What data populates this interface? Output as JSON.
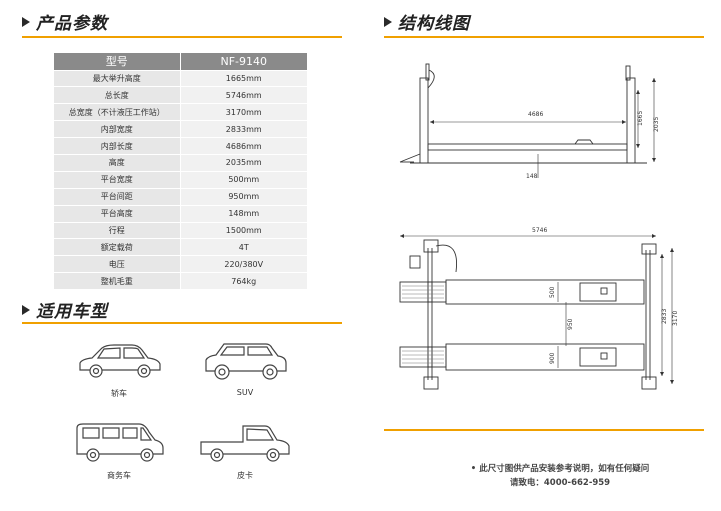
{
  "sections": {
    "product_params": "产品参数",
    "structure": "结构线图",
    "vehicles": "适用车型"
  },
  "spec": {
    "header": [
      "型号",
      "NF-9140"
    ],
    "rows": [
      [
        "最大举升高度",
        "1665mm"
      ],
      [
        "总长度",
        "5746mm"
      ],
      [
        "总宽度（不计液压工作站）",
        "3170mm"
      ],
      [
        "内部宽度",
        "2833mm"
      ],
      [
        "内部长度",
        "4686mm"
      ],
      [
        "高度",
        "2035mm"
      ],
      [
        "平台宽度",
        "500mm"
      ],
      [
        "平台间距",
        "950mm"
      ],
      [
        "平台高度",
        "148mm"
      ],
      [
        "行程",
        "1500mm"
      ],
      [
        "额定载荷",
        "4T"
      ],
      [
        "电压",
        "220/380V"
      ],
      [
        "整机毛重",
        "764kg"
      ]
    ]
  },
  "vehicles": [
    {
      "label": "轿车",
      "icon": "sedan-icon"
    },
    {
      "label": "SUV",
      "icon": "suv-icon"
    },
    {
      "label": "商务车",
      "icon": "van-icon"
    },
    {
      "label": "皮卡",
      "icon": "pickup-icon"
    }
  ],
  "dims": {
    "inner_length": "4686",
    "lift_height": "1665",
    "height": "2035",
    "platform_height": "148",
    "total_length": "5746",
    "platform_width_1": "500",
    "platform_gap": "950",
    "platform_width_2": "900",
    "inner_width": "2833",
    "total_width": "3170"
  },
  "notes": {
    "line1": "• 此尺寸图供产品安装参考说明，如有任何疑问",
    "line2": "请致电：4000-662-959"
  },
  "colors": {
    "accent": "#f0a000",
    "table_header": "#8a8a8a"
  }
}
